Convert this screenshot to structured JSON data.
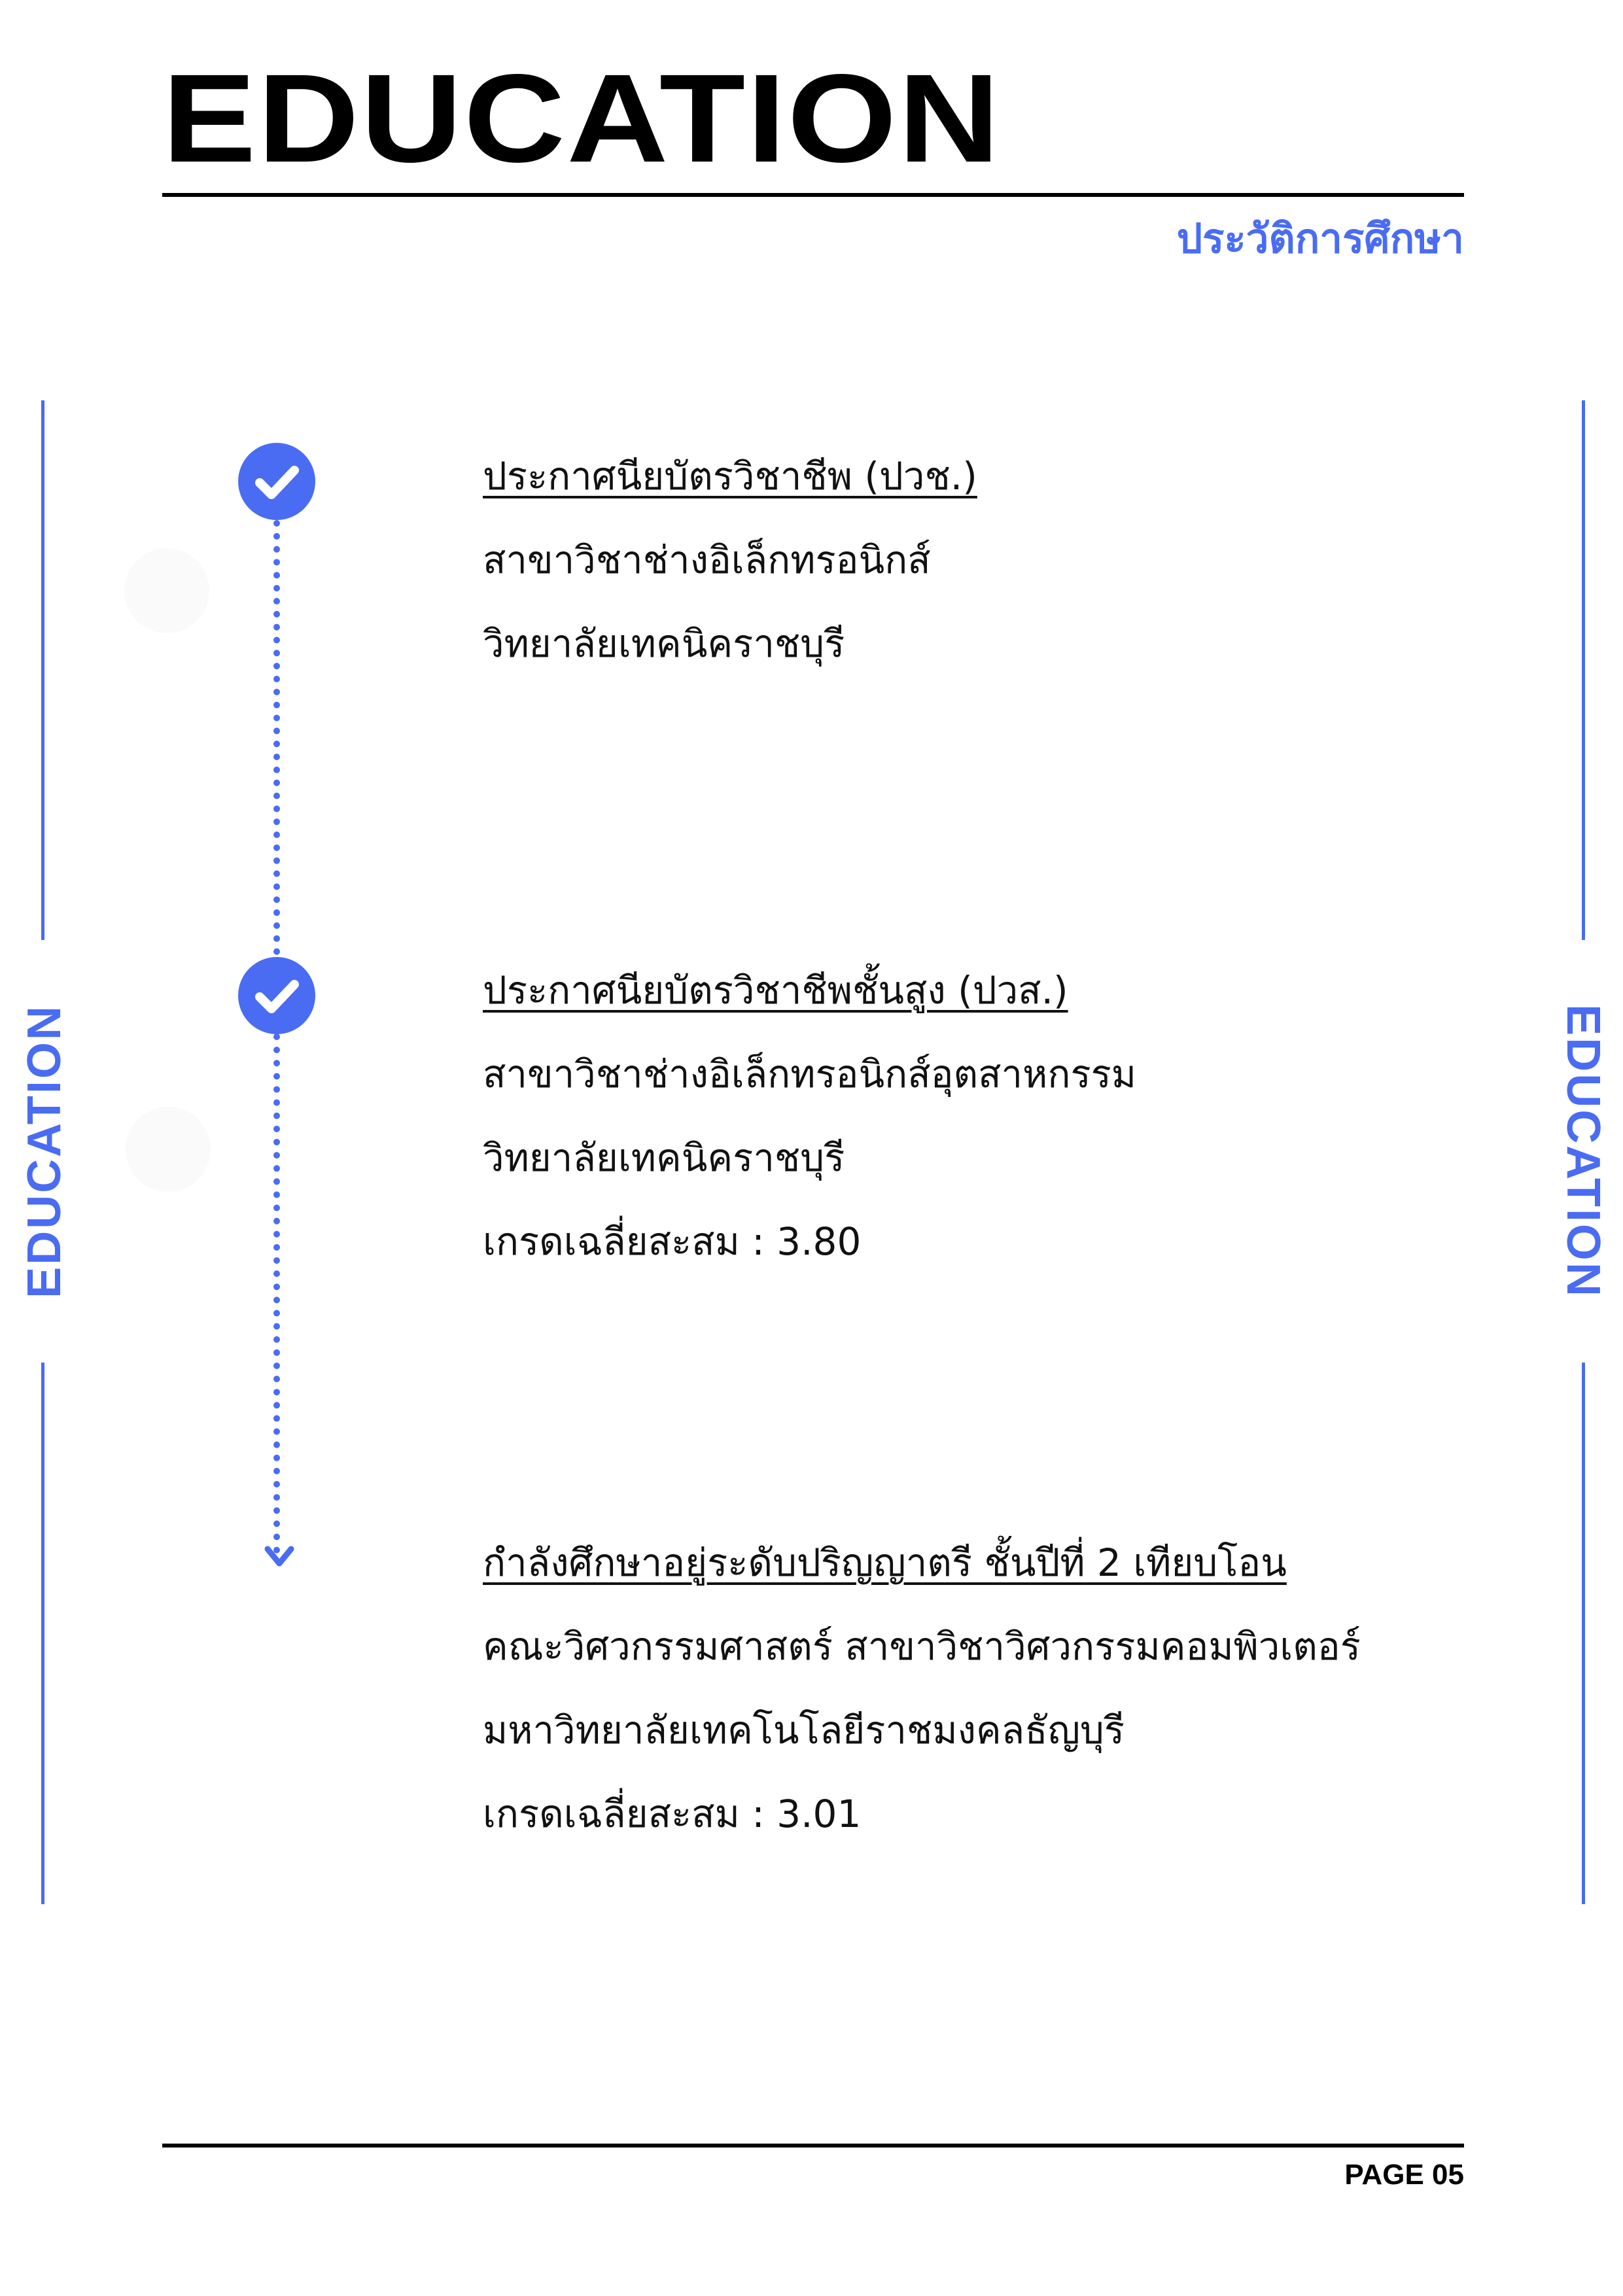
{
  "header": {
    "title": "EDUCATION",
    "subtitle": "ประวัติการศึกษา"
  },
  "side_labels": {
    "left": "EDUCATION",
    "right": "EDUCATION"
  },
  "timeline": [
    {
      "heading": "ประกาศนียบัตรวิชาชีพ (ปวช.)",
      "major": "สาขาวิชาช่างอิเล็กทรอนิกส์",
      "institution": "วิทยาลัยเทคนิคราชบุรี"
    },
    {
      "heading": "ประกาศนียบัตรวิชาชีพชั้นสูง (ปวส.)",
      "major": "สาขาวิชาช่างอิเล็กทรอนิกส์อุตสาหกรรม",
      "institution": "วิทยาลัยเทคนิคราชบุรี",
      "gpa": "เกรดเฉลี่ยสะสม : 3.80"
    },
    {
      "heading": "กำลังศึกษาอยู่ระดับปริญญาตรี ชั้นปีที่ 2 เทียบโอน",
      "major": "คณะวิศวกรรมศาสตร์   สาขาวิชาวิศวกรรมคอมพิวเตอร์",
      "institution": "มหาวิทยาลัยเทคโนโลยีราชมงคลธัญบุรี",
      "gpa": "เกรดเฉลี่ยสะสม : 3.01"
    }
  ],
  "footer": {
    "page": "PAGE 05"
  },
  "colors": {
    "accent": "#4a6cf3",
    "text": "#111111",
    "rule": "#000000"
  },
  "icons": [
    "check-circle-icon",
    "arrow-down-icon"
  ]
}
